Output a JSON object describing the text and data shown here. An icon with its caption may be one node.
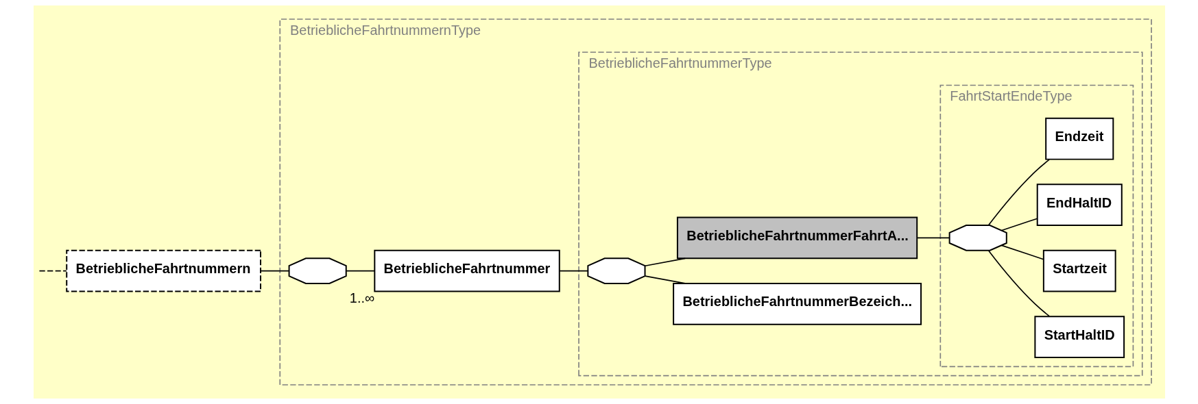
{
  "diagram": {
    "nodes": [
      {
        "text": [
          "BetrieblicheFahrtnummern"
        ]
      },
      {
        "text": [
          "BetrieblicheFahrtnummernType"
        ]
      },
      {
        "text": [],
        "shape": "octagon",
        "in": 1
      },
      {
        "text": [
          "BetrieblicheFahrtnummer"
        ],
        "beside": [
          "1..∞"
        ],
        "in": 1
      },
      {
        "text": [
          "BetrieblicheFahrtnummerType"
        ],
        "in": 1
      },
      {
        "text": [],
        "shape": "octagon",
        "in": 4
      },
      {
        "text": [
          "BetrieblicheFahrtnummerBezeich..."
        ],
        "in": 4
      },
      {
        "text": [
          "BetrieblicheFahrtnummerFahrtA..."
        ],
        "in": 4
      },
      {
        "text": [
          "FahrtStartEndeType"
        ],
        "in": 4
      },
      {
        "text": [],
        "shape": "octagon",
        "in": 8
      },
      {
        "text": [
          "StartHaltID"
        ],
        "in": 8
      },
      {
        "text": [
          "Startzeit"
        ],
        "in": 8
      },
      {
        "text": [
          "EndHaltID"
        ],
        "in": 8
      },
      {
        "text": [
          "Endzeit"
        ],
        "in": 8
      }
    ],
    "edges": [
      {
        "from": null,
        "to": 0,
        "arrow": "none",
        "style": "dashed"
      },
      {
        "from": 0,
        "to": 2,
        "arrow": "none"
      },
      {
        "from": 2,
        "to": 3,
        "arrow": "none"
      },
      {
        "from": 3,
        "to": 5,
        "arrow": "none"
      },
      {
        "from": 5,
        "to": 6,
        "arrow": "none"
      },
      {
        "from": 5,
        "to": 7,
        "arrow": "none"
      },
      {
        "from": 7,
        "to": 9,
        "arrow": "none"
      },
      {
        "from": 9,
        "to": 10,
        "arrow": "none"
      },
      {
        "from": 9,
        "to": 11,
        "arrow": "none"
      },
      {
        "from": 9,
        "to": 12,
        "arrow": "none"
      },
      {
        "from": 9,
        "to": 13,
        "arrow": "none"
      }
    ]
  }
}
